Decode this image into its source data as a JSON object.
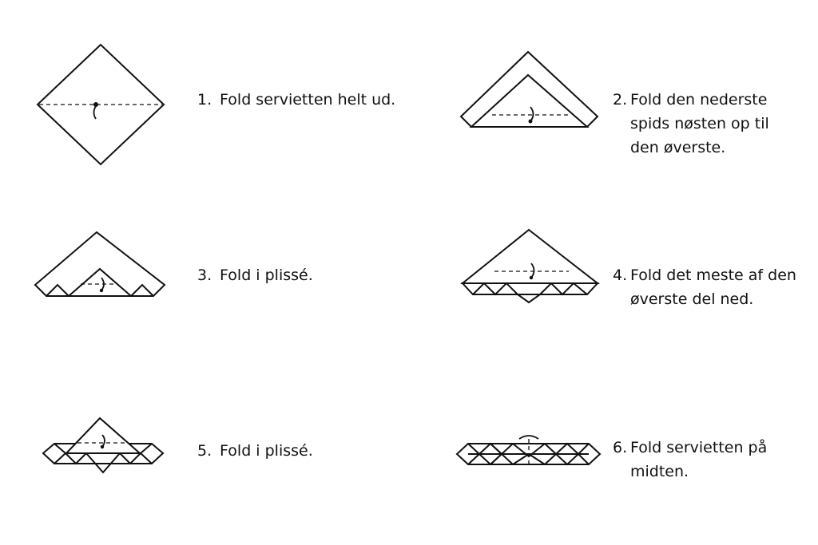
{
  "steps": [
    {
      "number": "1.",
      "lines": [
        "Fold servietten helt ud."
      ]
    },
    {
      "number": "2.",
      "lines": [
        "Fold den nederste",
        "spids nøsten op til",
        "den øverste."
      ]
    },
    {
      "number": "3.",
      "lines": [
        "Fold i plissé."
      ]
    },
    {
      "number": "4.",
      "lines": [
        "Fold det meste af den",
        "øverste del ned."
      ]
    },
    {
      "number": "5.",
      "lines": [
        "Fold i plissé."
      ]
    },
    {
      "number": "6.",
      "lines": [
        "Fold servietten på",
        "midten."
      ]
    }
  ]
}
